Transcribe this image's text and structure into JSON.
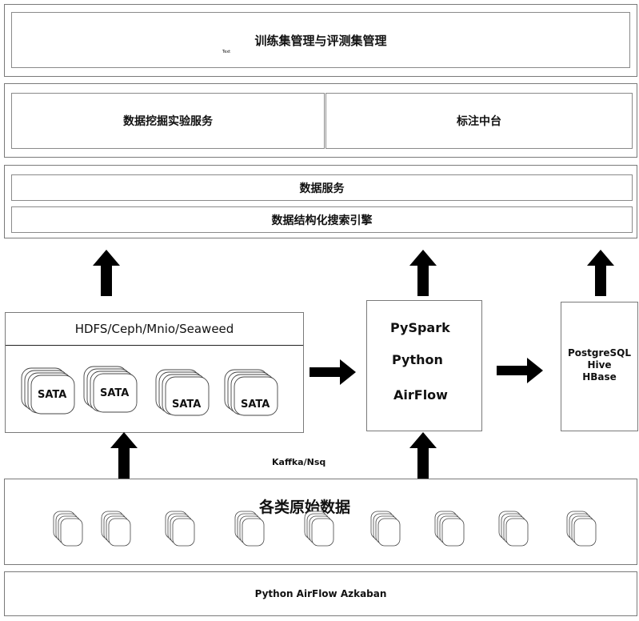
{
  "top": {
    "title": "训练集管理与评测集管理",
    "tiny_text": "Text"
  },
  "services": {
    "left": "数据挖掘实验服务",
    "right": "标注中台"
  },
  "data_layer": {
    "service": "数据服务",
    "engine": "数据结构化搜索引擎"
  },
  "storage": {
    "title": "HDFS/Ceph/Mnio/Seaweed",
    "disks": [
      "SATA",
      "SATA",
      "SATA",
      "SATA"
    ]
  },
  "compute": {
    "items": [
      "PySpark",
      "Python",
      "AirFlow"
    ]
  },
  "db": {
    "items": [
      "PostgreSQL",
      "Hive",
      "HBase"
    ]
  },
  "ingest": {
    "label": "Kaffka/Nsq"
  },
  "raw": {
    "title": "各类原始数据"
  },
  "scheduler": {
    "label": "Python AirFlow Azkaban"
  }
}
